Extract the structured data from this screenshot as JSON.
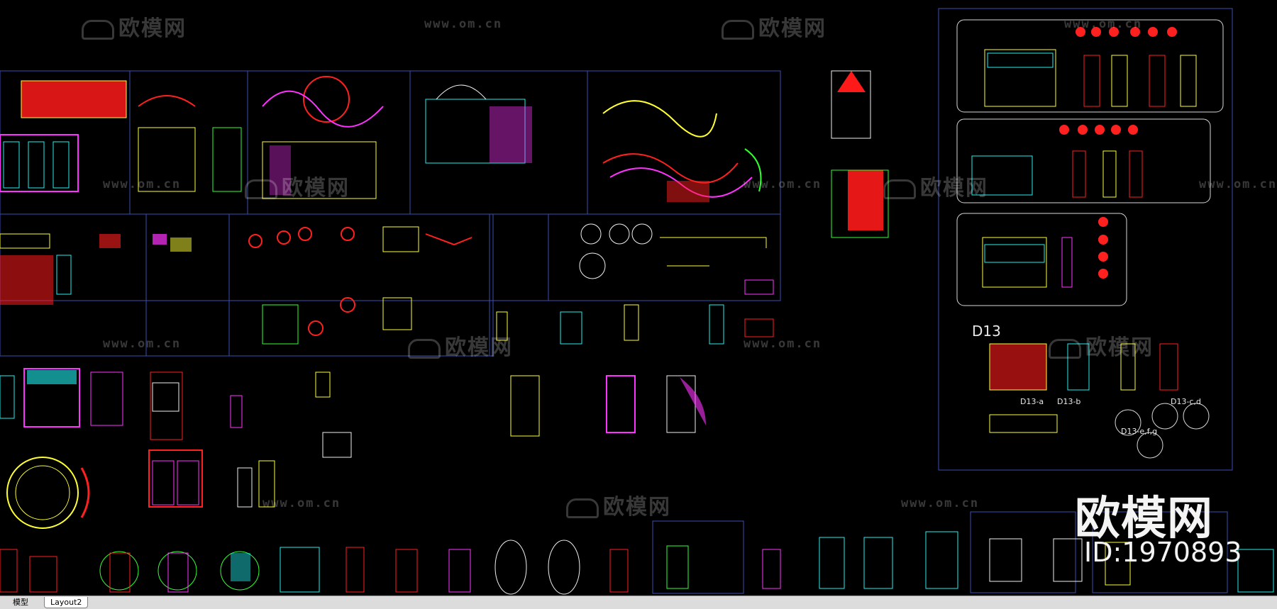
{
  "app": {
    "name": "AutoCAD drawing canvas"
  },
  "drawing": {
    "sheet_label": "D13",
    "detail_labels": [
      "D13-a",
      "D13-b",
      "D13-c,d",
      "D13-e,f,g"
    ]
  },
  "watermarks": {
    "brand": "欧模网",
    "url": "www.om.cn",
    "big_brand": "欧模网",
    "asset_id": "ID:1970893"
  },
  "tabs": [
    {
      "label": "模型"
    },
    {
      "label": "Layout2"
    }
  ],
  "colors": {
    "background": "#000000",
    "frame_line": "#3a4fb0",
    "red": "#ff2020",
    "yellow": "#ffff33",
    "green": "#33ff33",
    "cyan": "#22eeee",
    "magenta": "#ff33ff",
    "white": "#f0f0f0",
    "tabbar": "#dcdcdc"
  }
}
